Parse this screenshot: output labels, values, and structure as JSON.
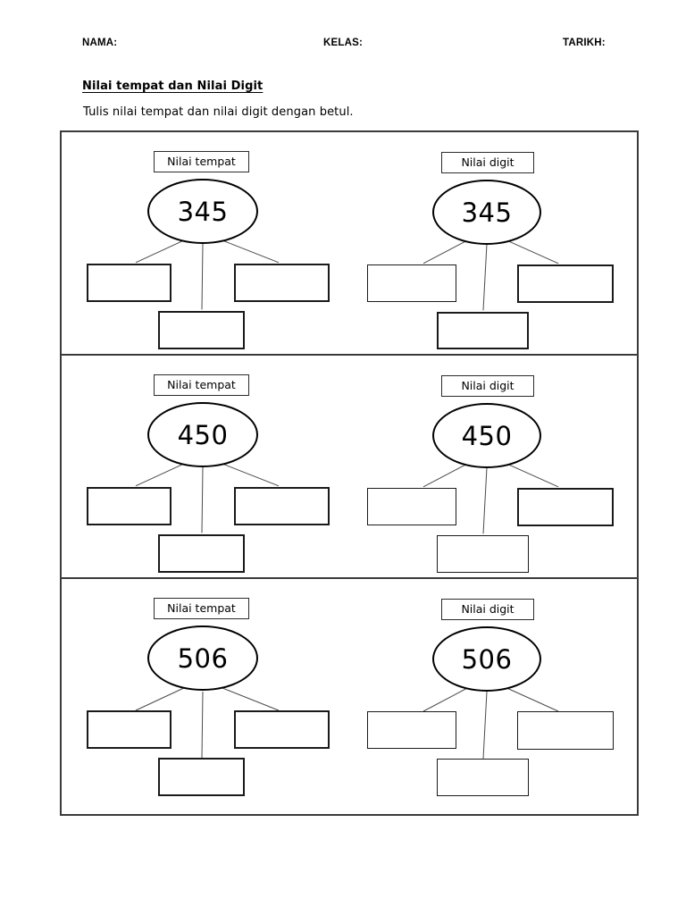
{
  "header": {
    "nama_label": "NAMA:",
    "kelas_label": "KELAS:",
    "tarikh_label": "TARIKH:"
  },
  "title": "Nilai tempat dan Nilai Digit",
  "instruction": "Tulis nilai tempat dan nilai digit dengan betul.",
  "labels": {
    "nilai_tempat": "Nilai tempat",
    "nilai_digit": "Nilai digit"
  },
  "rows": [
    {
      "number": "345",
      "left": {
        "label": "Nilai tempat",
        "number": "345"
      },
      "right": {
        "label": "Nilai digit",
        "number": "345"
      }
    },
    {
      "number": "450",
      "left": {
        "label": "Nilai tempat",
        "number": "450"
      },
      "right": {
        "label": "Nilai digit",
        "number": "450"
      }
    },
    {
      "number": "506",
      "left": {
        "label": "Nilai tempat",
        "number": "506"
      },
      "right": {
        "label": "Nilai digit",
        "number": "506"
      }
    }
  ],
  "answer_boxes": {
    "count_per_group": 3,
    "values": [
      "",
      "",
      ""
    ]
  }
}
